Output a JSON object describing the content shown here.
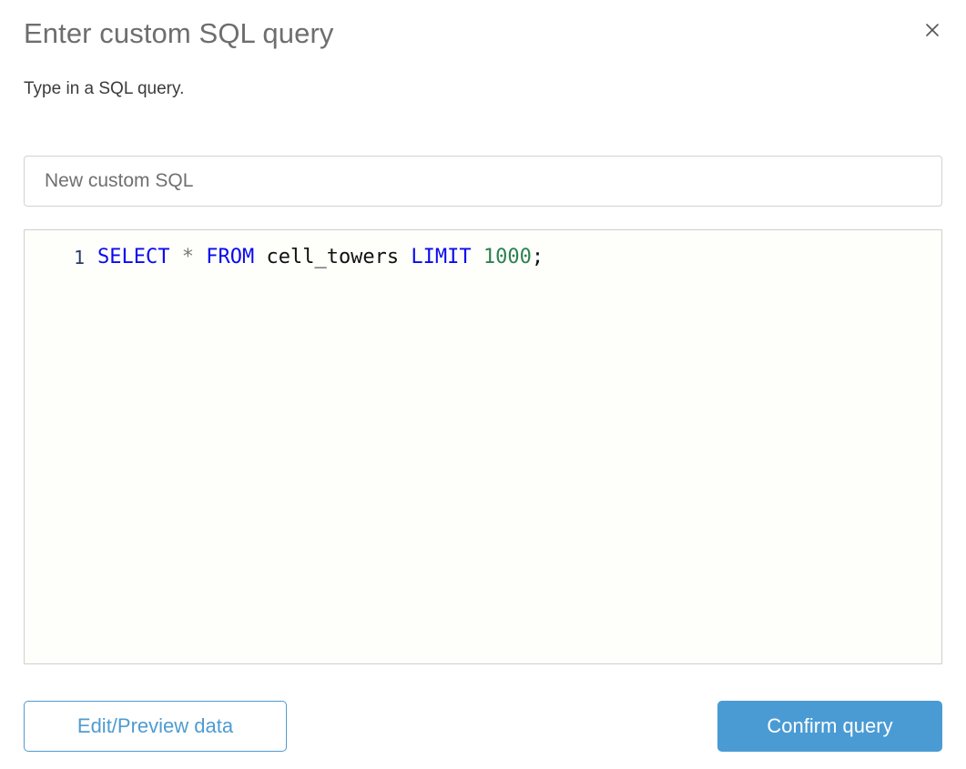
{
  "dialog": {
    "title": "Enter custom SQL query",
    "subtitle": "Type in a SQL query.",
    "close_icon": "close-icon"
  },
  "name_field": {
    "value": "",
    "placeholder": "New custom SQL"
  },
  "editor": {
    "line_numbers": [
      "1"
    ],
    "query_plain": "SELECT * FROM cell_towers LIMIT 1000;",
    "tokens": [
      {
        "text": "SELECT",
        "type": "keyword"
      },
      {
        "text": " ",
        "type": "plain"
      },
      {
        "text": "*",
        "type": "operator"
      },
      {
        "text": " ",
        "type": "plain"
      },
      {
        "text": "FROM",
        "type": "keyword"
      },
      {
        "text": " ",
        "type": "plain"
      },
      {
        "text": "cell_towers",
        "type": "identifier"
      },
      {
        "text": " ",
        "type": "plain"
      },
      {
        "text": "LIMIT",
        "type": "keyword"
      },
      {
        "text": " ",
        "type": "plain"
      },
      {
        "text": "1000",
        "type": "number"
      },
      {
        "text": ";",
        "type": "punctuation"
      }
    ]
  },
  "footer": {
    "secondary_label": "Edit/Preview data",
    "primary_label": "Confirm query"
  },
  "colors": {
    "accent": "#4a9bd4",
    "accent_outline": "#4f9bd0",
    "keyword": "#0a0af0",
    "number": "#2c8150",
    "operator": "#7a7a7a",
    "title_text": "#6e6e6e",
    "body_text": "#3c3c3c",
    "editor_bg": "#fefefb",
    "border": "#d2d2d2"
  }
}
